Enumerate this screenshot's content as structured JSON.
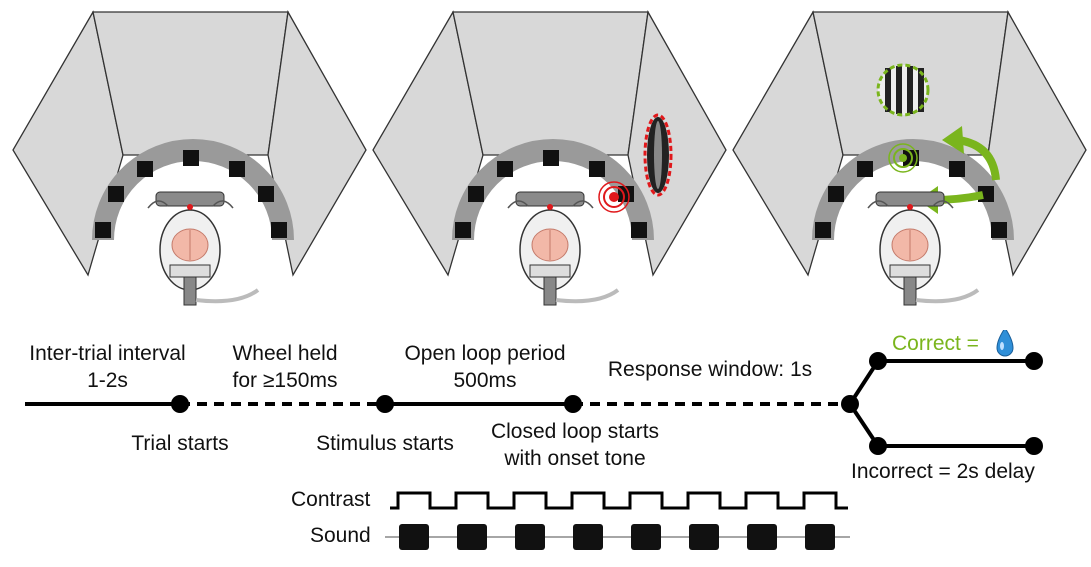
{
  "timeline": {
    "iti_label": "Inter-trial interval",
    "iti_duration": "1-2s",
    "wheel_label": "Wheel held",
    "wheel_duration": "for ≥150ms",
    "open_loop_label": "Open loop period",
    "open_loop_duration": "500ms",
    "response_window": "Response window: 1s",
    "trial_starts": "Trial starts",
    "stimulus_starts": "Stimulus starts",
    "closed_loop_line1": "Closed loop starts",
    "closed_loop_line2": "with onset tone",
    "correct_label": "Correct =",
    "incorrect_label": "Incorrect = 2s delay"
  },
  "signals": {
    "contrast_label": "Contrast",
    "sound_label": "Sound"
  },
  "panels": [
    {
      "stage": "inter-trial",
      "stimulus": "none"
    },
    {
      "stage": "stimulus-onset",
      "stimulus": "right"
    },
    {
      "stage": "correct-response",
      "stimulus": "center"
    }
  ],
  "colors": {
    "screen": "#d8d8d8",
    "speaker_arc": "#9a9a9a",
    "highlight_red": "#e0181b",
    "highlight_green": "#7ab51d",
    "water_drop": "#2f8fd8"
  },
  "icons": [
    "water-drop-icon",
    "green-arrow-icon",
    "red-sound-icon",
    "green-sound-icon"
  ]
}
